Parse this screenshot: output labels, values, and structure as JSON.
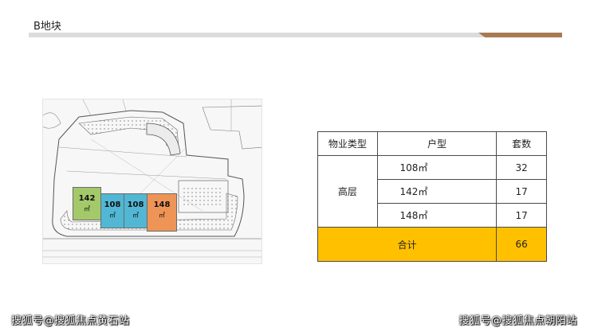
{
  "header": {
    "title": "B地块"
  },
  "plan": {
    "units": [
      {
        "area": "142",
        "unit": "㎡",
        "color": "#a4c96a"
      },
      {
        "area": "108",
        "unit": "㎡",
        "color": "#51b7d4"
      },
      {
        "area": "108",
        "unit": "㎡",
        "color": "#51b7d4"
      },
      {
        "area": "148",
        "unit": "㎡",
        "color": "#ef9457"
      }
    ]
  },
  "table": {
    "headers": [
      "物业类型",
      "户型",
      "套数"
    ],
    "property_type": "高层",
    "rows": [
      {
        "area": "108㎡",
        "count": "32"
      },
      {
        "area": "142㎡",
        "count": "17"
      },
      {
        "area": "148㎡",
        "count": "17"
      }
    ],
    "total": {
      "label": "合计",
      "count": "66"
    },
    "total_color": "#ffc000"
  },
  "watermarks": {
    "left": "搜狐号@搜狐焦点黄石站",
    "right": "搜狐号@搜狐焦点朝阳站"
  }
}
